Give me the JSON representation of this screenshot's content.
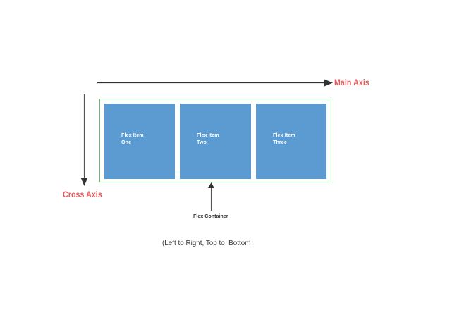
{
  "diagram": {
    "title": "CSS Flexbox axes diagram",
    "axes": {
      "main": {
        "label": "Main Axis",
        "direction": "horizontal-left-to-right",
        "color": "#e8585a"
      },
      "cross": {
        "label": "Cross Axis",
        "direction": "vertical-top-to-bottom",
        "color": "#e8585a"
      }
    },
    "container": {
      "caption": "Flex Container",
      "border_color": "#66bb6a",
      "background": "#ffffff"
    },
    "items": [
      {
        "label": "Flex Item\nOne",
        "color": "#5b9bd1"
      },
      {
        "label": "Flex Item\nTwo",
        "color": "#5b9bd1"
      },
      {
        "label": "Flex Item\nThree",
        "color": "#5b9bd1"
      }
    ],
    "footer_caption": "(Left to Right, Top to  Bottom",
    "arrow_color": "#333333",
    "item_text_color": "#ffffff"
  }
}
